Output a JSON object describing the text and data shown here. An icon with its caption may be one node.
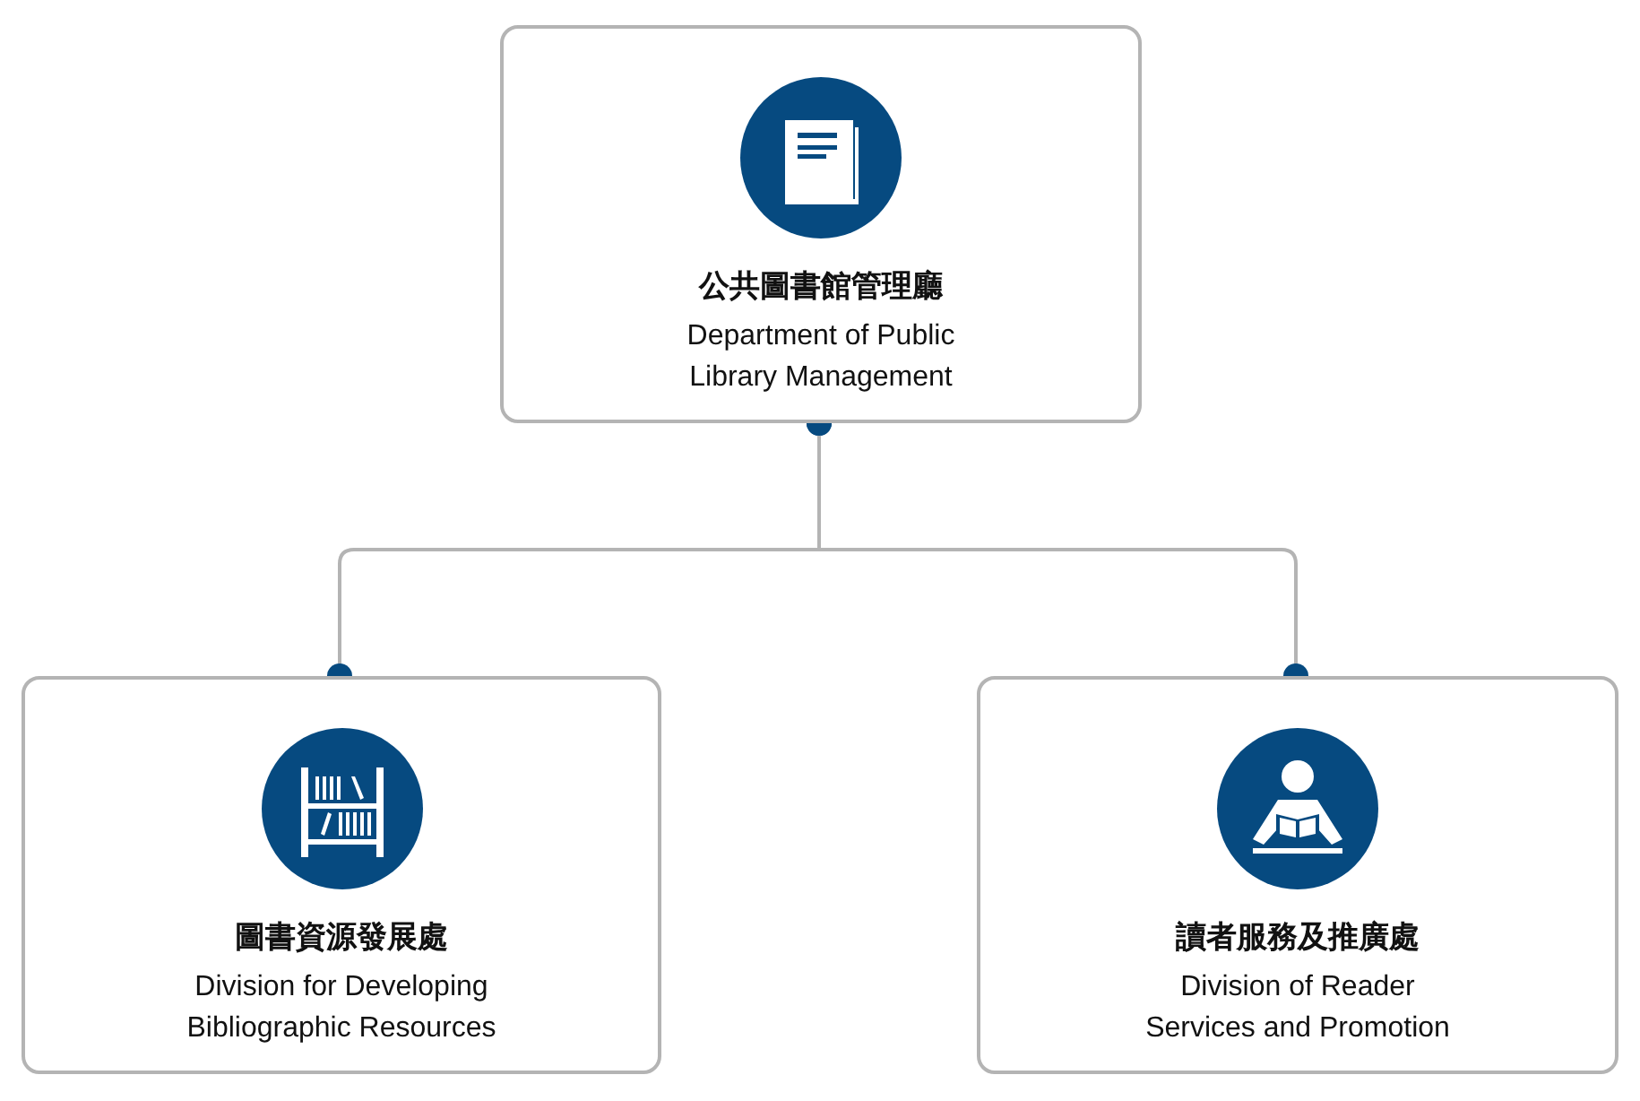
{
  "diagram": {
    "nodes": [
      {
        "text": [
          "公共圖書館管理廳",
          "Department of Public Library Management"
        ]
      },
      {
        "text": [
          "圖書資源發展處",
          "Division for Developing Bibliographic Resources"
        ]
      },
      {
        "text": [
          "讀者服務及推廣處",
          "Division of Reader Services and Promotion"
        ]
      }
    ],
    "edges": [
      {
        "from": 0,
        "to": 1,
        "arrow": "other"
      },
      {
        "from": 0,
        "to": 2,
        "arrow": "other"
      }
    ]
  }
}
